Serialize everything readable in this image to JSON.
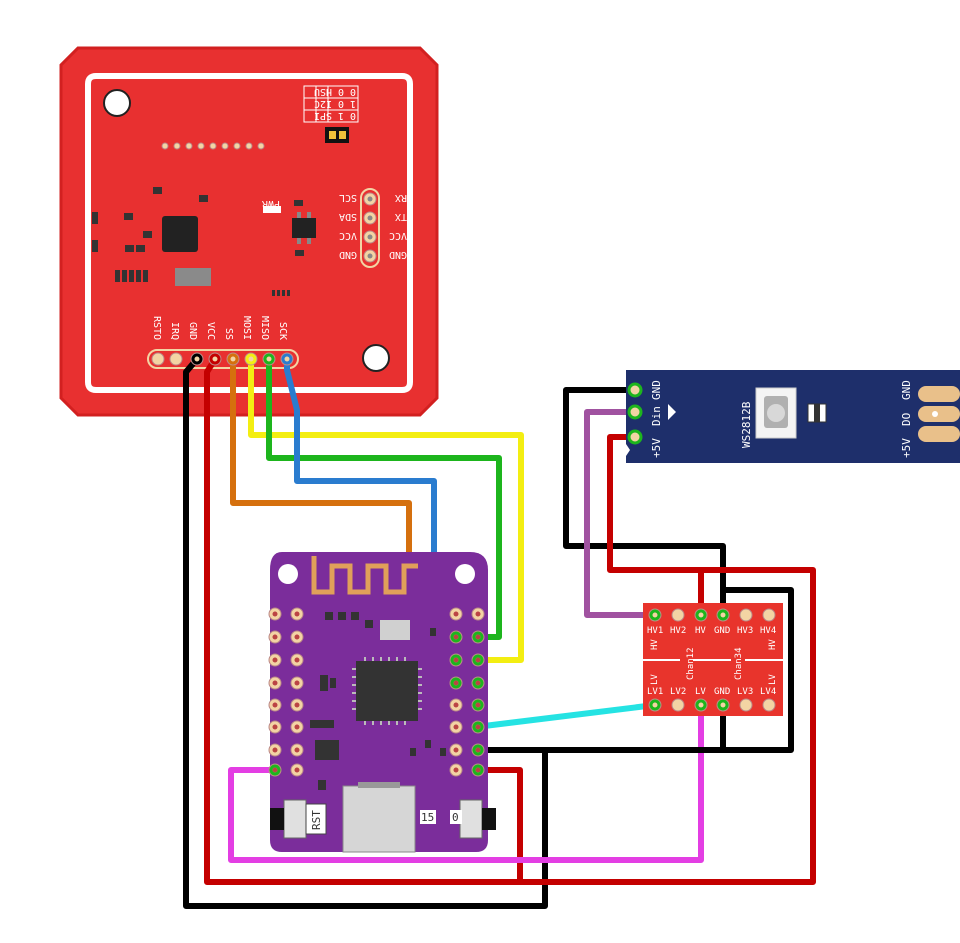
{
  "colors": {
    "pn532_board": "#e83030",
    "pn532_edge": "#c81e1e",
    "s2_mini_board": "#7b2d9b",
    "led_strip": "#1e2f6b",
    "level_shifter": "#e8342c",
    "wire_black": "#000000",
    "wire_red": "#c40000",
    "wire_orange": "#d5700e",
    "wire_yellow": "#f3ee12",
    "wire_green": "#1db51d",
    "wire_blue": "#2a7ccf",
    "wire_magenta": "#e33ee3",
    "wire_cyan": "#25e3e3",
    "wire_purple": "#a052a0"
  },
  "pn532": {
    "mode_table": {
      "rows": [
        {
          "name": "SPI",
          "bits": "0 1"
        },
        {
          "name": "I2C",
          "bits": "1 0"
        },
        {
          "name": "HSU",
          "bits": "0 0"
        }
      ]
    },
    "pwr_label": "PWR",
    "right_header": [
      {
        "pin": "SCL",
        "alt": "RX"
      },
      {
        "pin": "SDA",
        "alt": "TX"
      },
      {
        "pin": "VCC",
        "alt": "VCC"
      },
      {
        "pin": "GND",
        "alt": "GND"
      }
    ],
    "bottom_header": [
      "RSTO",
      "IRQ",
      "GND",
      "VCC",
      "SS",
      "MOSI",
      "MISO",
      "SCK"
    ]
  },
  "s2_mini": {
    "rst_label": "RST",
    "io_label": "15",
    "zero_label": "0"
  },
  "led_strip": {
    "chip_label": "WS2812B",
    "in_pins": [
      "GND",
      "Din",
      "+5V"
    ],
    "out_pins": [
      "GND",
      "DO",
      "+5V"
    ]
  },
  "level_shifter": {
    "top_labels": [
      "HV1",
      "HV2",
      "HV",
      "GND",
      "HV3",
      "HV4"
    ],
    "bottom_labels": [
      "LV1",
      "LV2",
      "LV",
      "GND",
      "LV3",
      "LV4"
    ],
    "side_left_top": "HV",
    "side_left_bottom": "LV",
    "side_right_top": "HV",
    "side_right_bottom": "LV",
    "chan12": "Chan12",
    "chan34": "Chan34"
  }
}
